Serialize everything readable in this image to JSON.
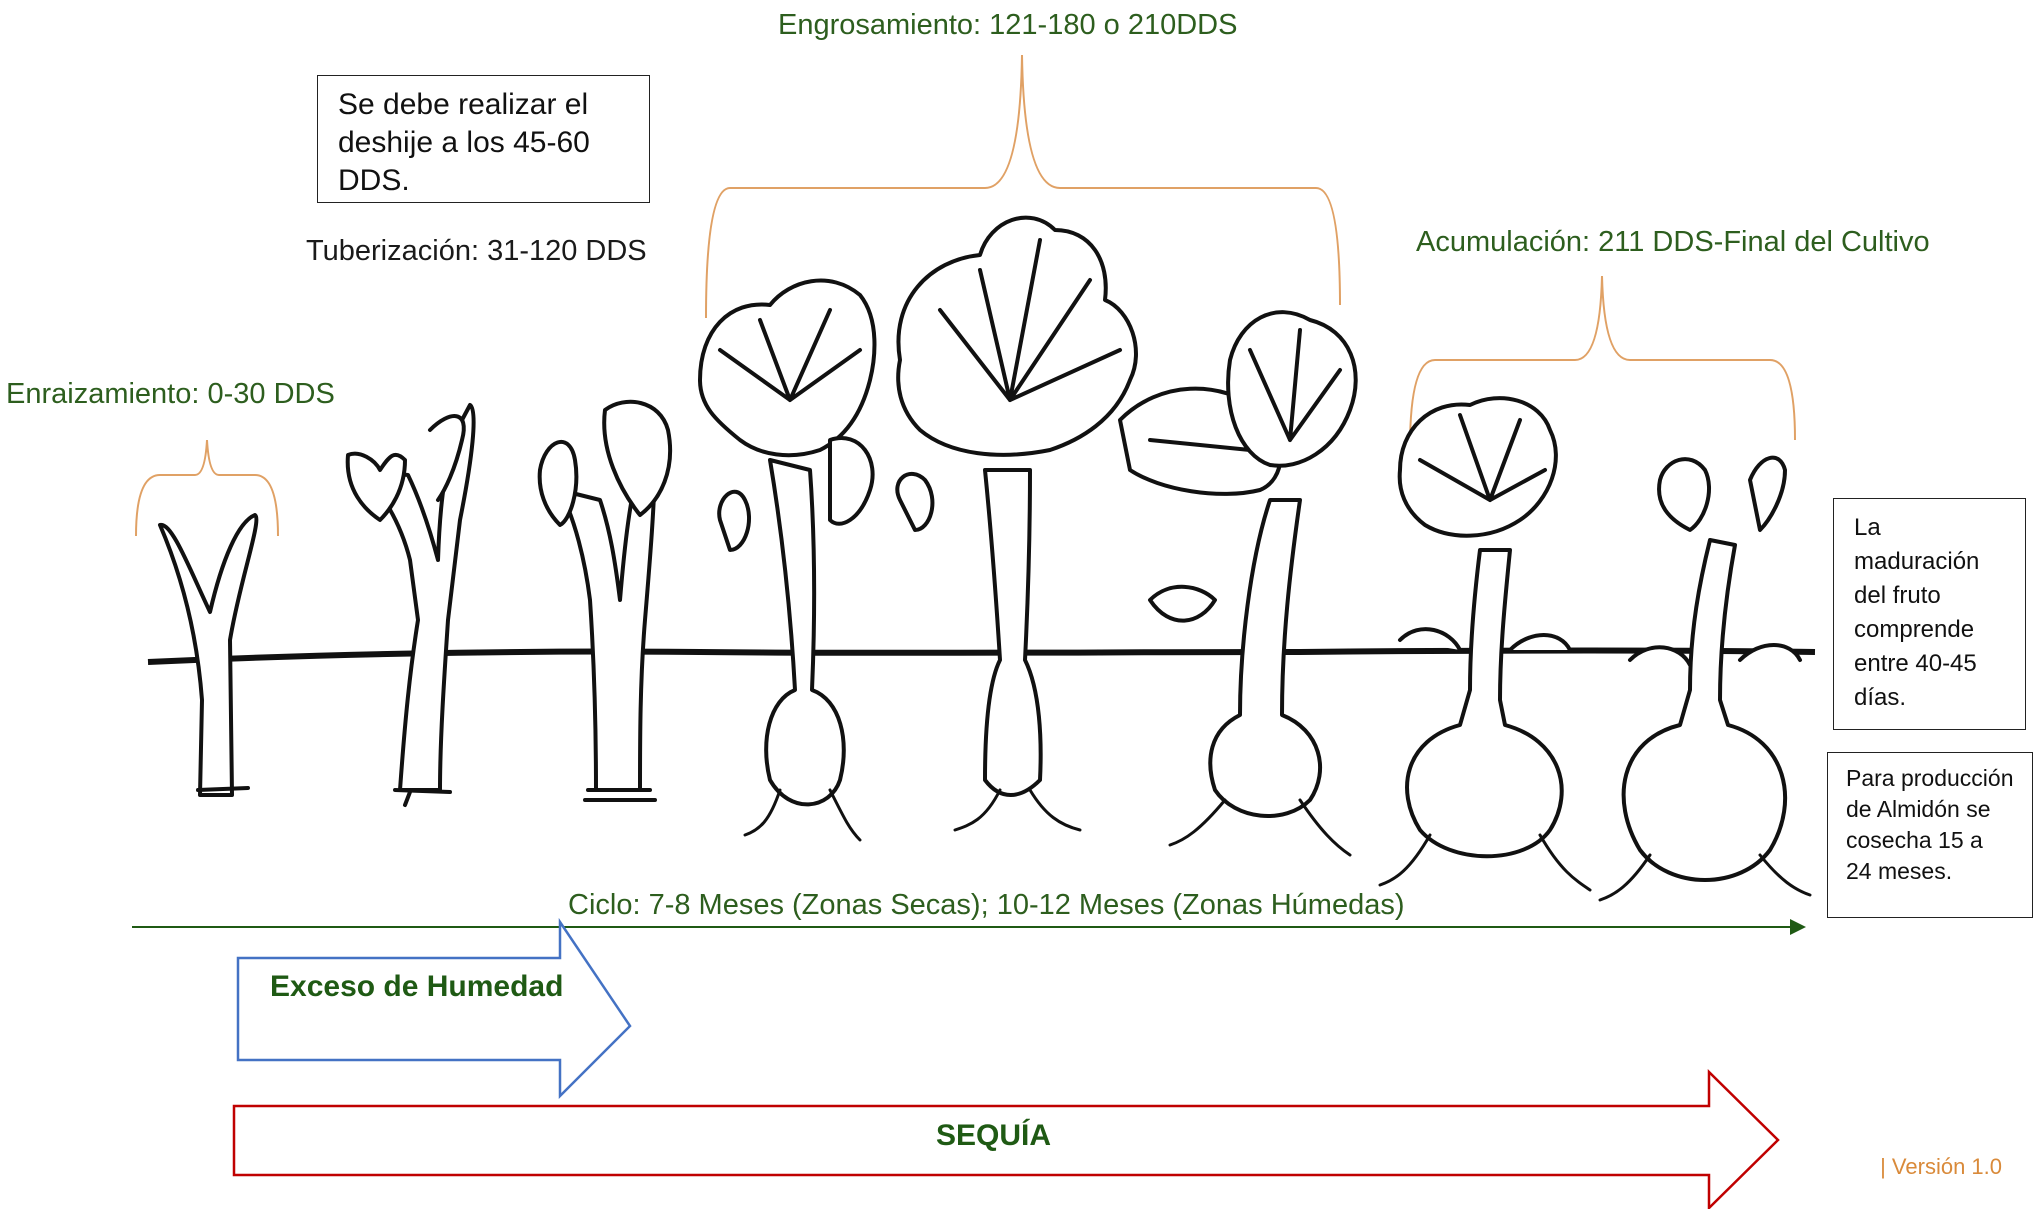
{
  "stages": {
    "enraizamiento": "Enraizamiento: 0-30 DDS",
    "tuberizacion": "Tuberización: 31-120 DDS",
    "engrosamiento": "Engrosamiento: 121-180 o 210DDS",
    "acumulacion": "Acumulación: 211 DDS-Final del Cultivo"
  },
  "notes": {
    "deshije": "Se debe realizar el deshije a los 45-60 DDS.",
    "maduracion": "La maduración del fruto comprende entre 40-45 días.",
    "almidon": "Para producción de Almidón se cosecha 15 a 24 meses."
  },
  "cycle": {
    "label": "Ciclo: 7-8 Meses (Zonas Secas); 10-12 Meses (Zonas Húmedas)"
  },
  "arrows": {
    "humedad": "Exceso de Humedad",
    "sequia": "SEQUÍA"
  },
  "footer": {
    "version": "| Versión 1.0"
  },
  "colors": {
    "stage_text": "#2d5e1e",
    "bracket": "#e0a165",
    "humedad_arrow": "#4472c4",
    "sequia_arrow": "#c00000",
    "cycle_arrow": "#1f5a14",
    "version": "#d98a3a"
  }
}
